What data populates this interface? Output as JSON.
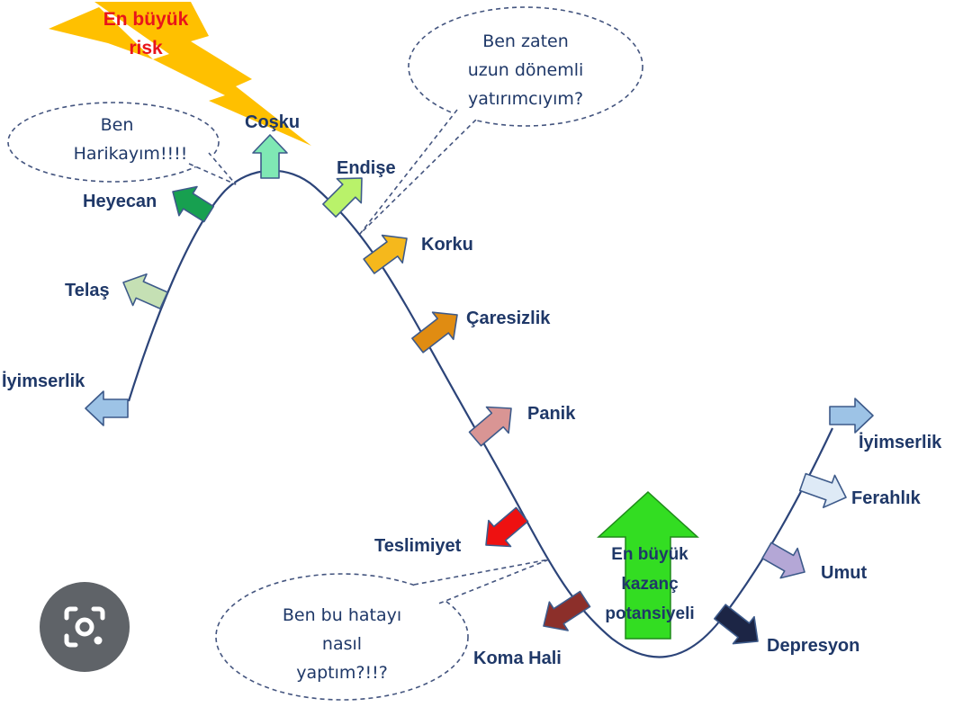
{
  "emotion_labels": {
    "optimism_start": "İyimserlik",
    "rush": "Telaş",
    "excitement": "Heyecan",
    "enthusiasm": "Coşku",
    "worry": "Endişe",
    "fear": "Korku",
    "helplessness": "Çaresizlik",
    "panic": "Panik",
    "surrender": "Teslimiyet",
    "coma": "Koma Hali",
    "depression": "Depresyon",
    "hope": "Umut",
    "relief": "Ferahlık",
    "optimism_end": "İyimserlik"
  },
  "callouts": {
    "risk_line1": "En büyük",
    "risk_line2": "risk",
    "great_line1": "Ben",
    "great_line2": "Harikayım!!!!",
    "longterm_line1": "Ben zaten",
    "longterm_line2": "uzun dönemli",
    "longterm_line3": "yatırımcıyım?",
    "mistake_line1": "Ben bu hatayı",
    "mistake_line2": "nasıl",
    "mistake_line3": "yaptım?!!?",
    "gain_line1": "En büyük",
    "gain_line2": "kazanç",
    "gain_line3": "potansiyeli"
  },
  "icons": {
    "lens": "google-lens-icon"
  },
  "colors": {
    "curve": "#2c4479",
    "text": "#1f3868",
    "risk_bolt": "#ffc000",
    "risk_text": "#e8141a",
    "gain_arrow": "#33dd22",
    "optimism": "#9dc3e6",
    "rush": "#c5e0b4",
    "excitement": "#17a050",
    "enthusiasm": "#7fe8b4",
    "worry": "#b9f26a",
    "fear": "#f5b81c",
    "helplessness": "#e08c12",
    "panic": "#d99594",
    "surrender": "#ee1111",
    "coma": "#8c2f2a",
    "depression": "#1c2545",
    "hope": "#b4a7d6",
    "relief": "#deeaf6"
  }
}
